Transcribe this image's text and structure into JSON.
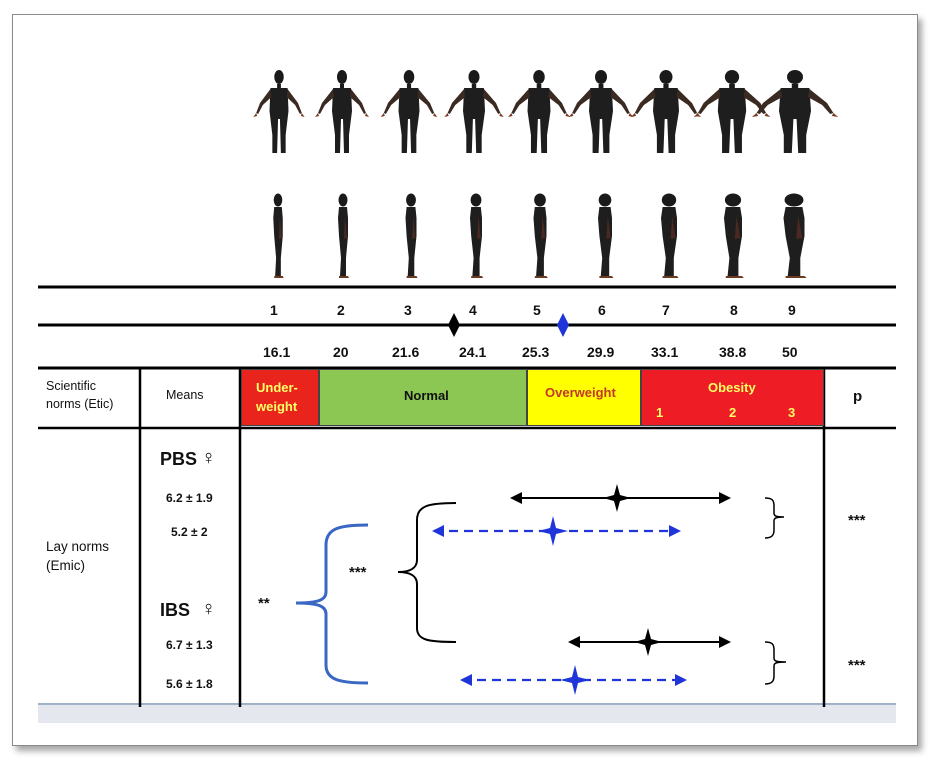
{
  "scale_numbers": [
    "1",
    "2",
    "3",
    "4",
    "5",
    "6",
    "7",
    "8",
    "9"
  ],
  "bmi_values": [
    "16.1",
    "20",
    "21.6",
    "24.1",
    "25.3",
    "29.9",
    "33.1",
    "38.8",
    "50"
  ],
  "table": {
    "row_scientific": "Scientific norms (Etic)",
    "row_scientific_line1": "Scientific",
    "row_scientific_line2": "norms (Etic)",
    "col_means": "Means",
    "col_p": "p",
    "row_lay_line1": "Lay norms",
    "row_lay_line2": "(Emic)"
  },
  "categories": {
    "underweight_line1": "Under-",
    "underweight_line2": "weight",
    "normal": "Normal",
    "overweight": "Overweight",
    "obesity": "Obesity",
    "obesity_grades": [
      "1",
      "2",
      "3"
    ]
  },
  "groups": {
    "pbs": {
      "label": "PBS",
      "symbol": "♀",
      "mean_1": "6.2 ± 1.9",
      "mean_2": "5.2 ± 2"
    },
    "ibs": {
      "label": "IBS",
      "symbol": "♀",
      "mean_1": "6.7 ± 1.3",
      "mean_2": "5.6 ± 1.8"
    }
  },
  "significance": {
    "left": "**",
    "middle": "***",
    "p_pbs": "***",
    "p_ibs": "***"
  },
  "colors": {
    "underweight": "#e8241c",
    "normal": "#8cc653",
    "overweight": "#ffff00",
    "obesity": "#ee1c24",
    "blue": "#1f35d9",
    "brace_blue": "#3a66c4"
  }
}
